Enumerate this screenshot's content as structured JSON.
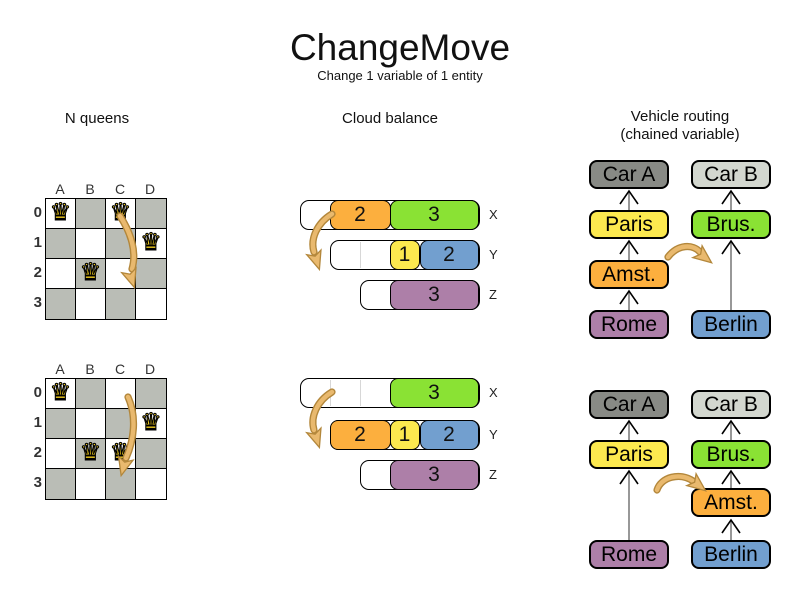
{
  "title": "ChangeMove",
  "subtitle": "Change 1 variable of 1 entity",
  "icons": {
    "queen": "♛"
  },
  "palette": {
    "orange": "#FCAF3E",
    "green": "#8AE234",
    "yellow": "#FCE94F",
    "blue": "#729FCF",
    "purple": "#AD7FA8",
    "car_a_gray": "#888A85",
    "car_b_gray": "#D3D7CF",
    "board_dark_square": "#BABDB6",
    "move_arrow_fill": "#E9B96E",
    "move_arrow_outline": "#B3873B",
    "queen_gold": "#F3CE1F"
  },
  "nqueens": {
    "title": "N queens",
    "cols": [
      "A",
      "B",
      "C",
      "D"
    ],
    "rows": [
      "0",
      "1",
      "2",
      "3"
    ],
    "before": {
      "queens": [
        "A0",
        "C0",
        "D1",
        "B2"
      ],
      "move_from": "C0",
      "move_to": "C2"
    },
    "after": {
      "queens": [
        "A0",
        "D1",
        "B2",
        "C2"
      ]
    }
  },
  "cloud": {
    "title": "Cloud balance",
    "row_labels": [
      "X",
      "Y",
      "Z"
    ],
    "before": {
      "X": [
        "2",
        "3"
      ],
      "Y": [
        "1",
        "2"
      ],
      "Z": [
        "3"
      ]
    },
    "after": {
      "X": [
        "3"
      ],
      "Y": [
        "2",
        "1",
        "2"
      ],
      "Z": [
        "3"
      ]
    },
    "move": "process 2 from computer X to computer Y"
  },
  "vehicle": {
    "title": "Vehicle routing",
    "subtitle": "(chained variable)",
    "before": {
      "left": [
        "Car A",
        "Paris",
        "Amst.",
        "Rome"
      ],
      "right": [
        "Car B",
        "Brus.",
        "Berlin"
      ]
    },
    "after": {
      "left": [
        "Car A",
        "Paris",
        "Rome"
      ],
      "right": [
        "Car B",
        "Brus.",
        "Amst.",
        "Berlin"
      ]
    },
    "move": "Amst. from chain of Car A to chain of Car B"
  }
}
